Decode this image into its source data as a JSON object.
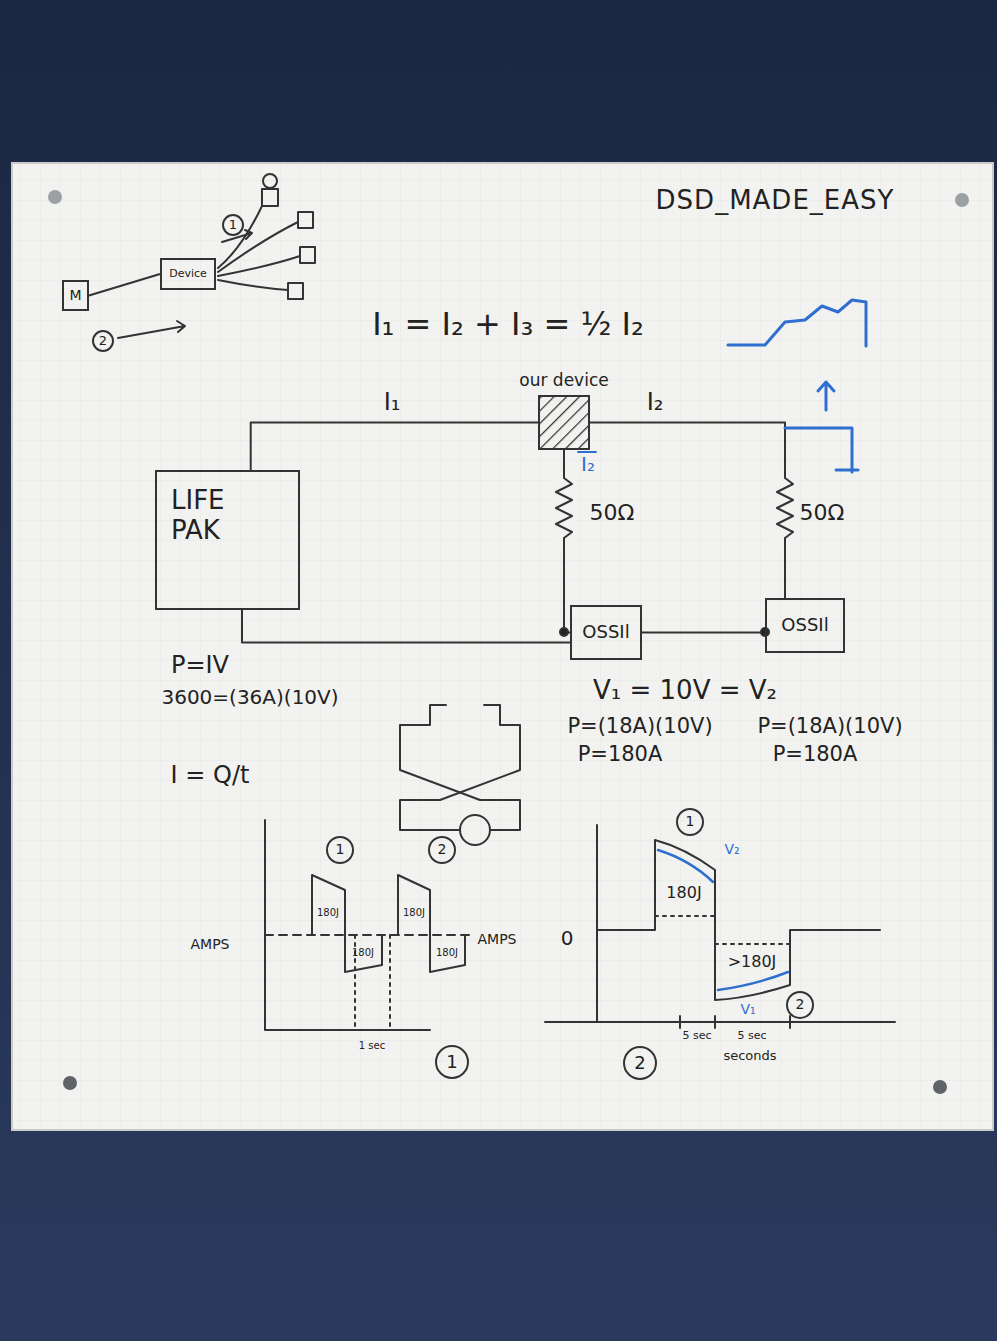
{
  "diagram": {
    "title": "DSD_MADE_EASY",
    "nodes": [
      {
        "text": [
          "M"
        ]
      },
      {
        "text": [
          "Device"
        ]
      },
      {
        "text": [
          "our device"
        ]
      },
      {
        "text": [
          "LIFE PAK"
        ]
      },
      {
        "text": [
          "OSSIl"
        ]
      },
      {
        "text": [
          "OSSIl"
        ]
      }
    ],
    "edges": [
      {
        "from": 0,
        "to": 1,
        "arrow": "none"
      },
      {
        "from": 3,
        "to": 2,
        "arrow": "none"
      },
      {
        "from": 2,
        "to": 4,
        "arrow": "none"
      },
      {
        "from": 2,
        "to": 5,
        "arrow": "none"
      },
      {
        "from": 3,
        "to": 4,
        "arrow": "none"
      },
      {
        "from": 4,
        "to": 5,
        "arrow": "none"
      }
    ],
    "labels": [
      "1",
      "2",
      "I₁ = I₂ + I₃ = ½ I₂",
      "I₁",
      "I₂",
      "I₂",
      "50Ω",
      "50Ω",
      "P=IV",
      "3600=(36A)(10V)",
      "V₁ = 10V = V₂",
      "P=(18A)(10V)",
      "P=180A",
      "P=(18A)(10V)",
      "P=180A",
      "I = Q/t",
      "AMPS",
      "AMPS",
      "1",
      "2",
      "180J",
      "180J",
      "180J",
      "180J",
      "1 sec",
      "1",
      "0",
      "1",
      "V₂",
      "180J",
      ">180J",
      "V₁",
      "2",
      "5 sec",
      "5 sec",
      "seconds",
      "2"
    ]
  }
}
